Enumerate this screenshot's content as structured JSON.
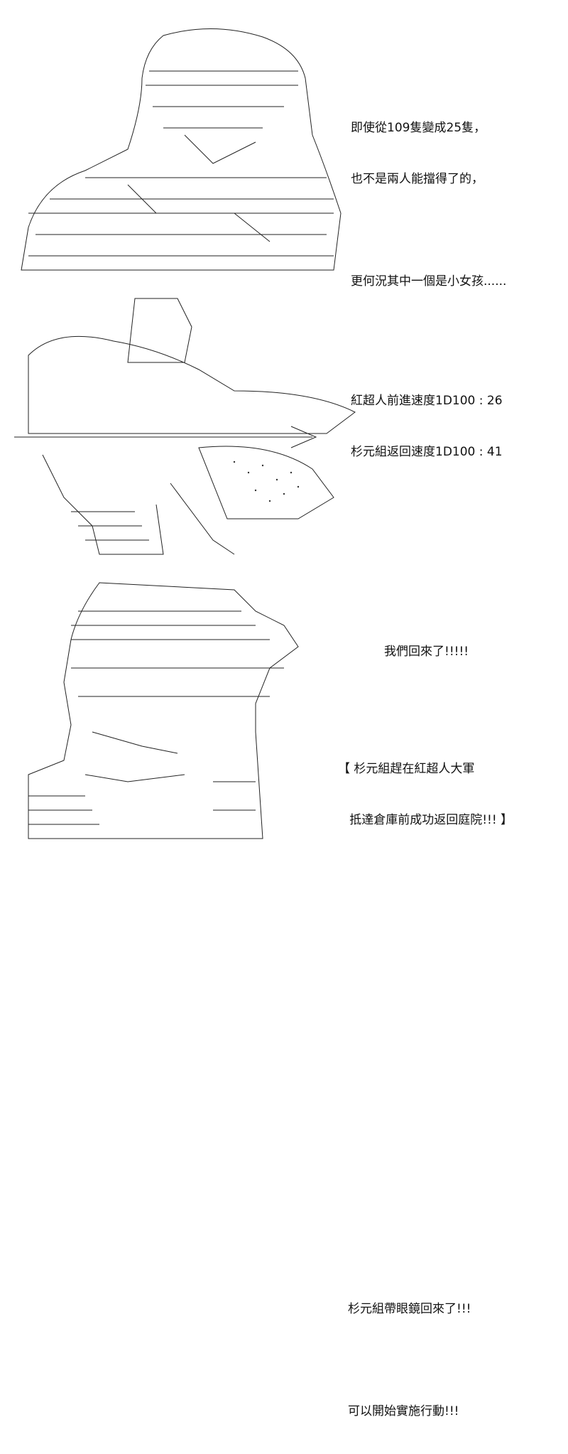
{
  "panel1": {
    "lines": [
      "即使從109隻變成25隻，",
      "也不是兩人能擋得了的，",
      "更何況其中一個是小女孩......",
      "紅超人前進速度1D100 : 26",
      "杉元組返回速度1D100 : 41"
    ]
  },
  "panel2": {
    "shout": "我們回來了!!!!!",
    "narration": [
      "【 杉元組趕在紅超人大軍",
      "   抵達倉庫前成功返回庭院!!! 】"
    ]
  },
  "panel3": {
    "lines": [
      "杉元組帶眼鏡回來了!!!",
      "可以開始實施行動!!!"
    ]
  }
}
